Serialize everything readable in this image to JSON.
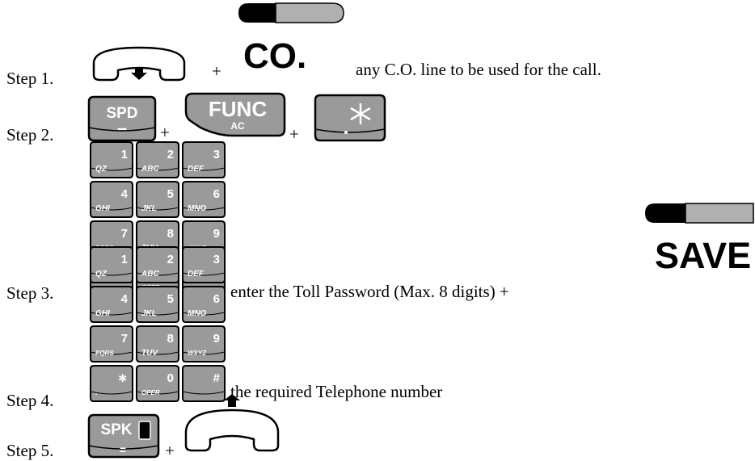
{
  "steps": [
    {
      "label": "Step 1.",
      "text": "any C.O. line to be used for the call."
    },
    {
      "label": "Step 2.",
      "text": ""
    },
    {
      "label": "Step 3.",
      "text": "enter the Toll Password (Max. 8 digits) +"
    },
    {
      "label": "Step 4.",
      "text": "the required Telephone number"
    },
    {
      "label": "Step 5.",
      "text": ""
    }
  ],
  "plus": "+",
  "buttons": {
    "co": "CO.",
    "spd": "SPD",
    "spd_sub": "–",
    "func": "FUNC",
    "func_sub": "AC",
    "star": "∗",
    "save": "SAVE",
    "spk": "SPK",
    "spk_sub": "="
  },
  "keypad": [
    {
      "main": "1",
      "sub": "QZ"
    },
    {
      "main": "2",
      "sub": "ABC"
    },
    {
      "main": "3",
      "sub": "DEF"
    },
    {
      "main": "4",
      "sub": "GHI"
    },
    {
      "main": "5",
      "sub": "JKL"
    },
    {
      "main": "6",
      "sub": "MNO"
    },
    {
      "main": "7",
      "sub": "PQRS"
    },
    {
      "main": "8",
      "sub": "TUV"
    },
    {
      "main": "9",
      "sub": "WXYZ"
    },
    {
      "main": "∗",
      "sub": "."
    },
    {
      "main": "0",
      "sub": "OPER"
    },
    {
      "main": "#",
      "sub": ""
    }
  ],
  "colors": {
    "key": "#9a9a9a",
    "led_dark": "#000000",
    "led_light": "#b0b0b0"
  },
  "icons": {
    "handset_down": "handset-down-icon",
    "handset_up": "handset-up-icon"
  }
}
